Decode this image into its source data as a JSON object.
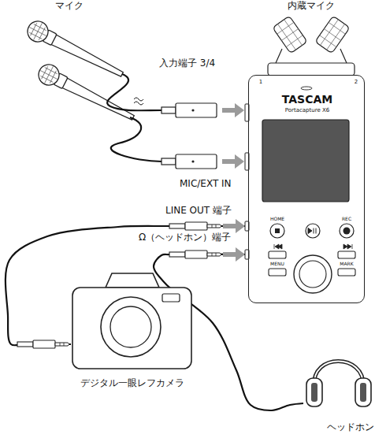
{
  "diagram": {
    "nodes": [
      {
        "text": [
          "TASCAM",
          "Portacapture X6"
        ]
      },
      {
        "text": [
          "デジタル一眼レフカメラ"
        ]
      },
      {
        "text": [
          "ヘッドホン"
        ]
      }
    ],
    "edges": [
      {
        "from": 0,
        "to": 1,
        "arrow": "none"
      },
      {
        "from": 0,
        "to": 2,
        "arrow": "none"
      }
    ],
    "labels": [
      "マイク",
      "内蔵マイク",
      "入力端子 3/4",
      "MIC/EXT IN",
      "LINE OUT 端子",
      "Ω（ヘッドホン）端子",
      "1",
      "2",
      "HOME",
      "REC",
      "MENU",
      "MARK"
    ]
  }
}
